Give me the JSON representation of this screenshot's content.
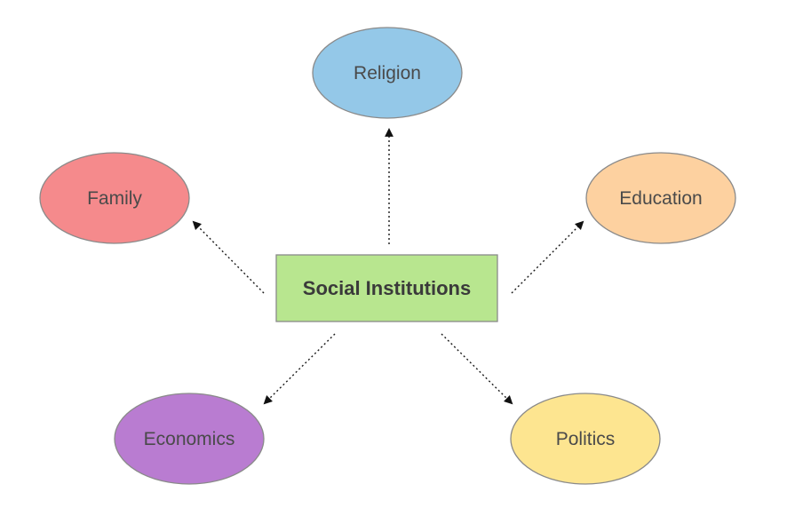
{
  "diagram": {
    "center": {
      "label": "Social Institutions",
      "fill": "#b8e68f",
      "stroke": "#8a8a8a"
    },
    "nodes": [
      {
        "id": "religion",
        "label": "Religion",
        "fill": "#94c8e8"
      },
      {
        "id": "family",
        "label": "Family",
        "fill": "#f58a8c"
      },
      {
        "id": "education",
        "label": "Education",
        "fill": "#fdd1a0"
      },
      {
        "id": "economics",
        "label": "Economics",
        "fill": "#b97cd1"
      },
      {
        "id": "politics",
        "label": "Politics",
        "fill": "#fde590"
      }
    ],
    "edges": [
      {
        "from": "center",
        "to": "religion",
        "style": "dotted-arrow"
      },
      {
        "from": "center",
        "to": "family",
        "style": "dotted-arrow"
      },
      {
        "from": "center",
        "to": "education",
        "style": "dotted-arrow"
      },
      {
        "from": "center",
        "to": "economics",
        "style": "dotted-arrow"
      },
      {
        "from": "center",
        "to": "politics",
        "style": "dotted-arrow"
      }
    ]
  }
}
